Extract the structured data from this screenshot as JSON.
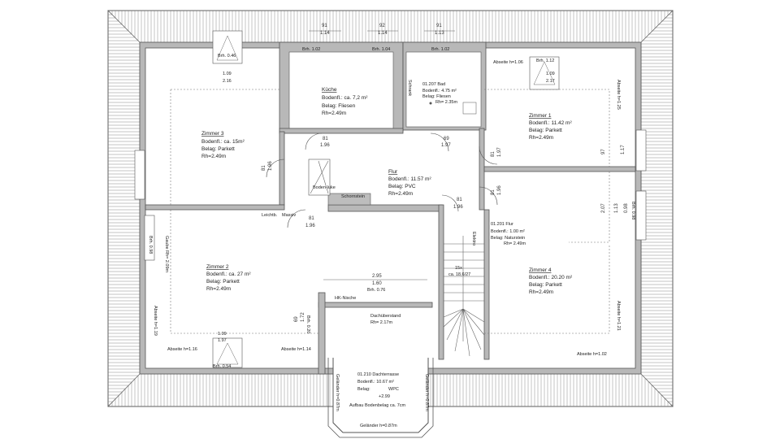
{
  "rooms": {
    "zimmer3": {
      "title": "Zimmer 3",
      "area": "Bodenfl.: ca. 15m²",
      "floor": "Belag: Parkett",
      "height": "Rh=2.49m"
    },
    "kueche": {
      "title": "Küche",
      "area": "Bodenfl.: ca. 7,2 m²",
      "floor": "Belag: Fliesen",
      "height": "Rh=2.49m"
    },
    "bad": {
      "code": "01.207 Bad",
      "area": "Bodenfl.: 4.75 m²",
      "floor": "Belag: Fliesen",
      "height": "Rh= 2.35m"
    },
    "zimmer1": {
      "title": "Zimmer 1",
      "area": "Bodenfl.: 11.42 m²",
      "floor": "Belag: Parkett",
      "height": "Rh=2.49m"
    },
    "flur": {
      "title": "Flur",
      "area": "Bodenfl.: 11.57 m²",
      "floor": "Belag: PVC",
      "height": "Rh=2.49m"
    },
    "flur2": {
      "code": "01.201 Flur",
      "area": "Bodenfl.: 1.00 m²",
      "floor": "Belag: Naturstein",
      "height": "Rh= 2.49m"
    },
    "zimmer2": {
      "title": "Zimmer 2",
      "area": "Bodenfl.: ca. 27 m²",
      "floor": "Belag: Parkett",
      "height": "Rh=2.49m"
    },
    "zimmer4": {
      "title": "Zimmer 4",
      "area": "Bodenfl.: 20.20 m²",
      "floor": "Belag: Parkett",
      "height": "Rh=2.49m"
    },
    "dachueberstand": {
      "title": "Dachüberstand",
      "height": "Rh= 2.17m"
    },
    "terrasse": {
      "code": "01.210 Dachterrasse",
      "area": "Bodenfl.: 10.67 m²",
      "floor_label": "Belag:",
      "floor_value": "WPC",
      "level": "+2.99",
      "build": "Aufbau Bodenbelag ca. 7cm",
      "railing": "Geländer h=0.87m"
    }
  },
  "labels": {
    "schornstein": "Schornstein",
    "bodenluke": "Boden-luke",
    "leichtb": "Leichtb.",
    "massiv": "Massiv",
    "hk_nische": "HK-Nische",
    "gaube": "Gaube Rh= 2.09m",
    "elektro": "Elektro",
    "stairs_count": "15x",
    "stairs_dim": "ca. 18,6/27",
    "schrank": "Schrank",
    "railing_left": "Geländer h=0.87m",
    "railing_right": "Geländer h=0.87m"
  },
  "heights": {
    "abseite_top_right": "Abseite h=1.06",
    "abseite_right": "Abseite h=1.25",
    "abseite_left": "Abseite h=1.19",
    "abseite_bottom_left": "Abseite h=1.16",
    "abseite_bottom_mid": "Abseite h=1.14",
    "abseite_right_lower": "Abseite h=1.21",
    "abseite_bottom_right": "Abseite h=1.02"
  },
  "windows": {
    "top_left_brh": "Brh. 0.46",
    "top_left_w": "1.09",
    "top_left_h": "2.16",
    "kueche_brh": "Brh. 1.02",
    "kueche2_brh": "Brh. 1.04",
    "bad_brh": "Brh. 1.02",
    "top_right_brh": "Brh. 1.12",
    "top_right_w": "1.09",
    "top_right_h": "2.17",
    "bottom_left_brh": "Brh. 0.54",
    "bottom_left_w": "1.09",
    "bottom_left_h": "1.97",
    "left_brh": "Brh. 0.98",
    "right_brh": "Brh. 0.98",
    "dachueberstand_brh": "Brh. 0.20",
    "opening_brh": "Brh. 0.76"
  },
  "dims": {
    "top1_a": "91",
    "top1_b": "1.14",
    "top2_a": "92",
    "top2_b": "1.14",
    "top3_a": "91",
    "top3_b": "1.13",
    "door_k1": "81",
    "door_k1b": "1.96",
    "door_f1": "69",
    "door_f1b": "1.97",
    "door_z3": "81",
    "door_z3b": "1.96",
    "door_z1": "81",
    "door_z1b": "1.97",
    "door_z4": "81",
    "door_z4b": "1.96",
    "door_flur": "81",
    "door_flur_b": "1.96",
    "door_z2": "81",
    "door_z2b": "1.96",
    "open_w1": "2.95",
    "open_w2": "1.60",
    "dach_a": "69",
    "dach_b": "1.72",
    "z1_97": "97",
    "z1_117": "1.17",
    "z4_207": "2.07",
    "z4_113": "1.13",
    "z4_98": "0.98"
  }
}
